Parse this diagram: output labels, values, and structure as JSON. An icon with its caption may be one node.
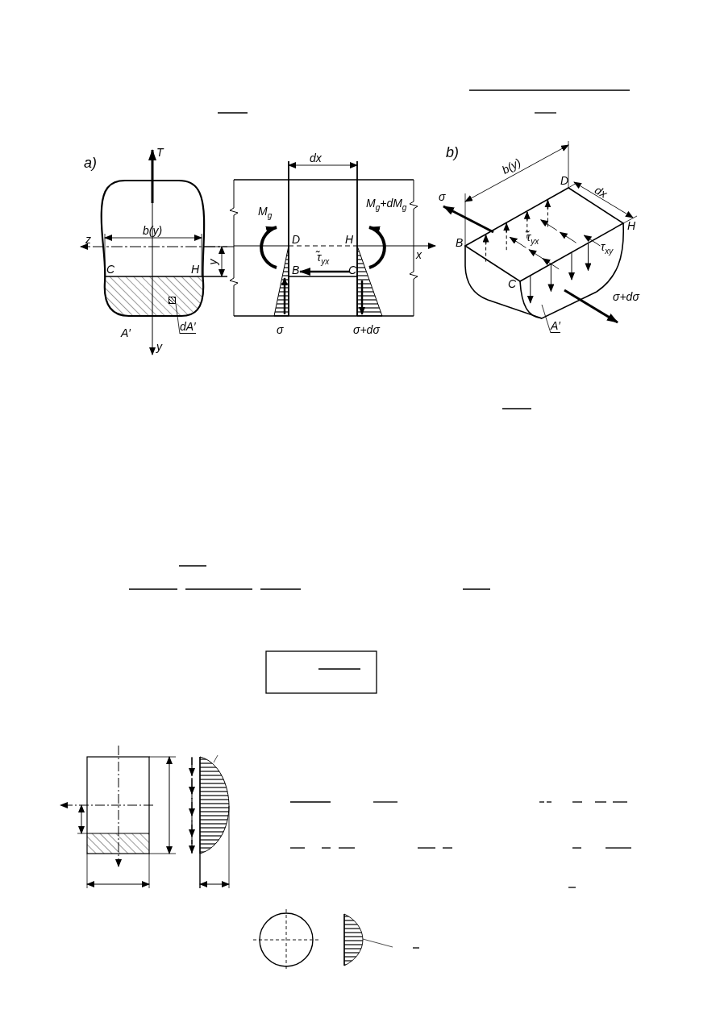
{
  "diagram": {
    "nodes": [
      {
        "text": [
          "dA′"
        ]
      },
      {
        "text": [],
        "shape": "box"
      },
      {
        "text": [
          "A′"
        ]
      }
    ],
    "edges": [
      {
        "from": 0,
        "to": 1,
        "arrow": "none"
      },
      {
        "from": 2,
        "to": null,
        "arrow": "none"
      }
    ],
    "labels": [
      "a)",
      "T",
      "b(y)",
      "z",
      "y",
      "C",
      "H",
      "A′",
      "y",
      "dx",
      "M$_{g}$",
      "M$_{g}$+dM$_{g}$",
      "D",
      "H",
      "x",
      "τ̃$_{yx}$",
      "B",
      "C",
      "σ",
      "σ+dσ",
      "b)",
      "b(y)",
      "D",
      "dx",
      "σ",
      "B",
      "τ̃$_{yx}$",
      "H",
      "τ$_{xy}$",
      "C",
      "σ+dσ"
    ]
  }
}
